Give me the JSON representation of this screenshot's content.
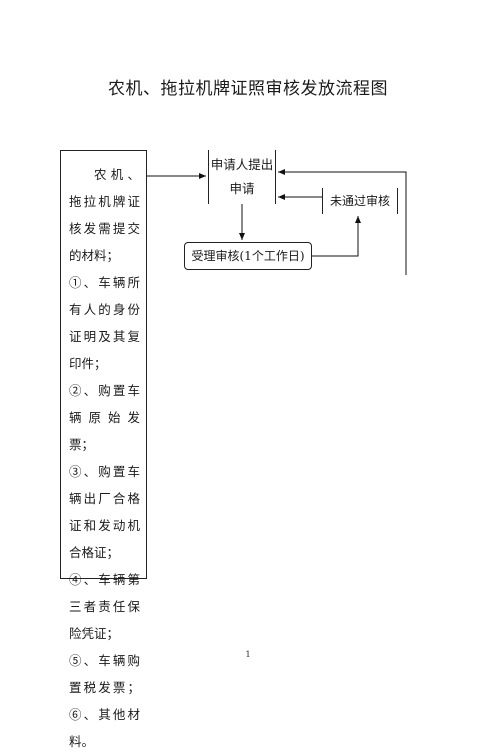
{
  "title": "农机、拖拉机牌证照审核发放流程图",
  "materials": {
    "intro": "农机、拖拉机牌证核发需提交的材料；",
    "items": [
      "①、车辆所有人的身份证明及其复印件；",
      "②、购置车辆原始发票；",
      "③、购置车辆出厂合格证和发动机合格证；",
      "④、车辆第三者责任保险凭证；",
      "⑤、车辆购置税发票；⑥、其他材料。"
    ]
  },
  "nodes": {
    "applicant": "申请人提出申请",
    "review": "受理审核(1个工作日)",
    "reject": "未通过审核"
  },
  "page_number": "1"
}
